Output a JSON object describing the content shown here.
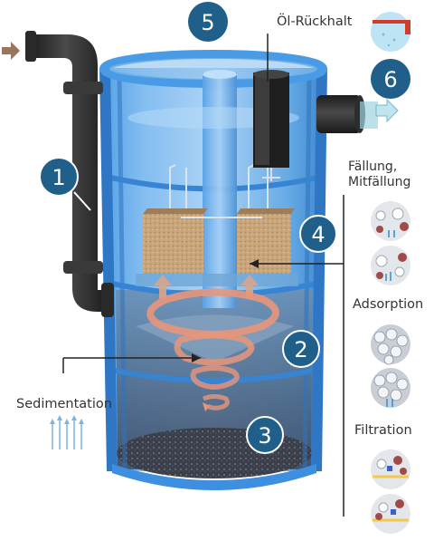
{
  "badges": [
    "1",
    "2",
    "3",
    "4",
    "5",
    "6"
  ],
  "labels": {
    "oil_retention": "Öl-Rückhalt",
    "precipitation_line1": "Fällung,",
    "precipitation_line2": "Mitfällung",
    "adsorption": "Adsorption",
    "filtration": "Filtration",
    "sedimentation": "Sedimentation"
  },
  "colors": {
    "badge": "#1f5f8a",
    "tank_blue": "#3d8fd6",
    "pipe_dark": "#2b2b2b",
    "arrow_flow": "#a07a66",
    "inlet_arrow": "#9b7460",
    "outlet_arrow": "#bfe6ee",
    "filter_media": "#c8a57a",
    "sediment": "#3a3f4a",
    "spiral": "#e8967a"
  },
  "icons": [
    "inlet-arrow-icon",
    "outlet-arrow-icon",
    "oil-retention-icon",
    "precipitation-icon",
    "adsorption-icon",
    "filtration-icon",
    "sedimentation-icon"
  ]
}
